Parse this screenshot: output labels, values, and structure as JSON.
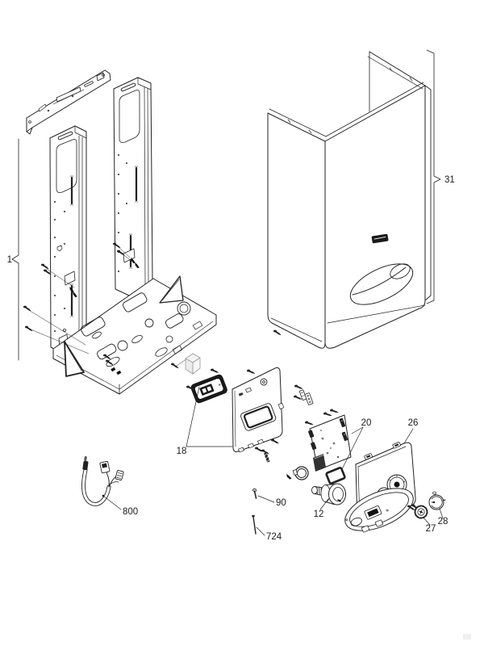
{
  "diagram": {
    "type": "exploded-parts-diagram",
    "background": "#ffffff",
    "line_color": "#222222",
    "dark_fill": "#1a1a1a"
  },
  "labels": {
    "frame": "1",
    "case": "31",
    "panel_support": "18",
    "pcb": "20",
    "control_box": "26",
    "knob": "12",
    "screw": "90",
    "screw_long": "724",
    "cable": "800",
    "knob_small": "27",
    "knob_round": "28"
  }
}
